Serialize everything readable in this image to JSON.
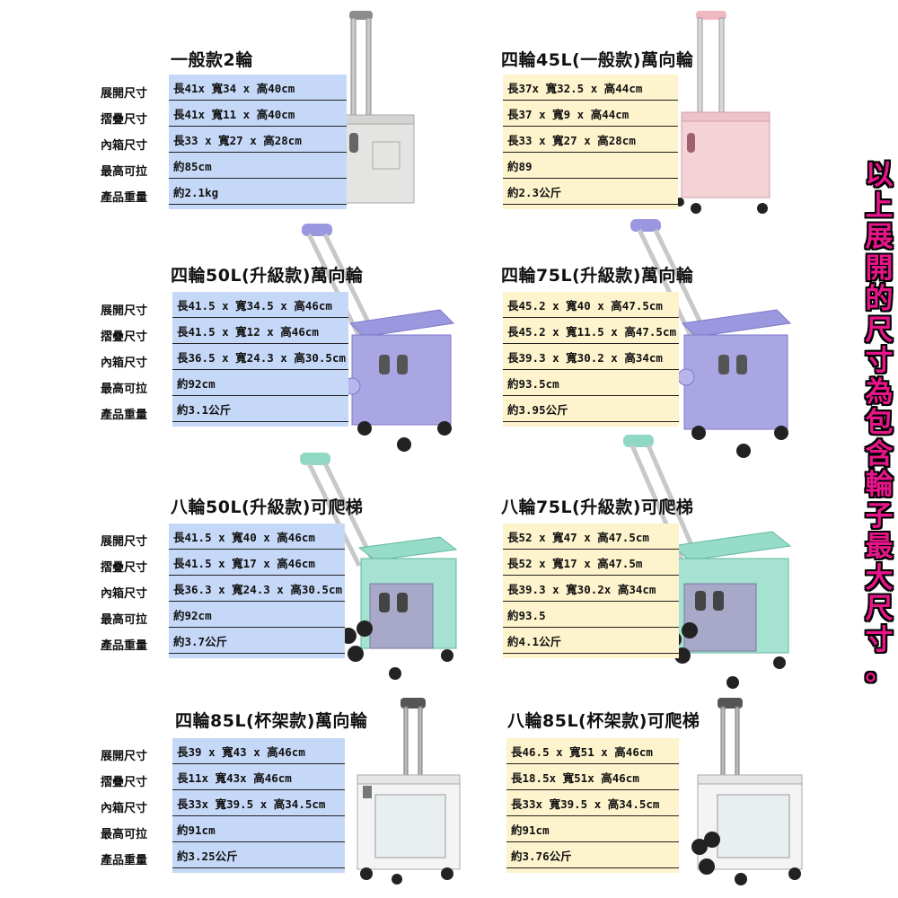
{
  "labels": [
    "展開尺寸",
    "摺疊尺寸",
    "內箱尺寸",
    "最高可拉",
    "產品重量"
  ],
  "products": [
    {
      "title": "一般款2輪",
      "values": [
        "長41x 寬34 x 高40cm",
        "長41x 寬11 x 高40cm",
        "長33  x 寬27 x 高28cm",
        "約85cm",
        "約2.1kg"
      ],
      "color": "#c6d8f7"
    },
    {
      "title": "四輪45L(一般款)萬向輪",
      "values": [
        "長37x 寬32.5 x 高44cm",
        "長37 x 寬9 x 高44cm",
        "長33 x 寬27 x 高28cm",
        "約89",
        "約2.3公斤"
      ],
      "color": "#fdf3cc"
    },
    {
      "title": "四輪50L(升級款)萬向輪",
      "values": [
        "長41.5 x 寬34.5 x 高46cm",
        "長41.5 x 寬12 x 高46cm",
        "長36.5 x 寬24.3 x 高30.5cm",
        "約92cm",
        "約3.1公斤"
      ],
      "color": "#c6d8f7"
    },
    {
      "title": "四輪75L(升級款)萬向輪",
      "values": [
        "長45.2 x 寬40 x 高47.5cm",
        "長45.2 x 寬11.5 x 高47.5cm",
        "長39.3 x 寬30.2 x 高34cm",
        "約93.5cm",
        "約3.95公斤"
      ],
      "color": "#fdf3cc"
    },
    {
      "title": "八輪50L(升級款)可爬梯",
      "values": [
        "長41.5 x 寬40 x 高46cm",
        "長41.5 x 寬17 x 高46cm",
        "長36.3 x 寬24.3 x 高30.5cm",
        "約92cm",
        "約3.7公斤"
      ],
      "color": "#c6d8f7"
    },
    {
      "title": "八輪75L(升級款)可爬梯",
      "values": [
        "長52 x 寬47 x 高47.5cm",
        "長52 x 寬17 x 高47.5m",
        "長39.3 x 寬30.2x 高34cm",
        "約93.5",
        "約4.1公斤"
      ],
      "color": "#fdf3cc"
    },
    {
      "title": "四輪85L(杯架款)萬向輪",
      "values": [
        "長39 x 寬43 x 高46cm",
        "長11x 寬43x 高46cm",
        "長33x 寬39.5 x 高34.5cm",
        "約91cm",
        "約3.25公斤"
      ],
      "color": "#c6d8f7"
    },
    {
      "title": "八輪85L(杯架款)可爬梯",
      "values": [
        "長46.5 x 寬51 x 高46cm",
        "長18.5x 寬51x 高46cm",
        "長33x 寬39.5 x 高34.5cm",
        "約91cm",
        "約3.76公斤"
      ],
      "color": "#fdf3cc"
    }
  ],
  "side_note": "以上展開的尺寸為包含輪子最大尺寸。",
  "cart_colors": {
    "grey": "#e4e4e2",
    "pink": "#f4d2d6",
    "lavender": "#aaa6e4",
    "mint": "#a6e2d2",
    "white": "#f4f4f4"
  }
}
